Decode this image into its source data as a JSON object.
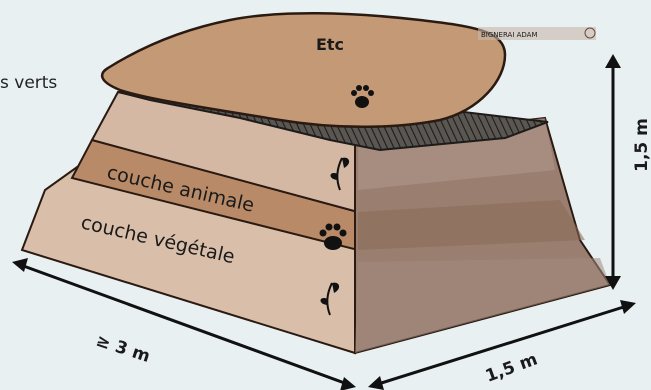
{
  "left_text": "s verts",
  "top_layer_label": "Etc",
  "layers": [
    {
      "label": "couche animale"
    },
    {
      "label": "couche végétale"
    }
  ],
  "dimensions": {
    "base_length": "≥ 3 m",
    "base_width": "1,5 m",
    "height": "1,5 m"
  },
  "signature": "BIGNERAI ADAM",
  "icons": [
    "paw-icon",
    "leaf-icon",
    "arrow-icon"
  ],
  "colors": {
    "background": "#e9f0f2",
    "animal_layer": "#b98a68",
    "vegetal_layer": "#d9bfaa",
    "top_cover": "#c49a76",
    "right_face": "#9a7f70",
    "outline": "#2a1a12"
  }
}
